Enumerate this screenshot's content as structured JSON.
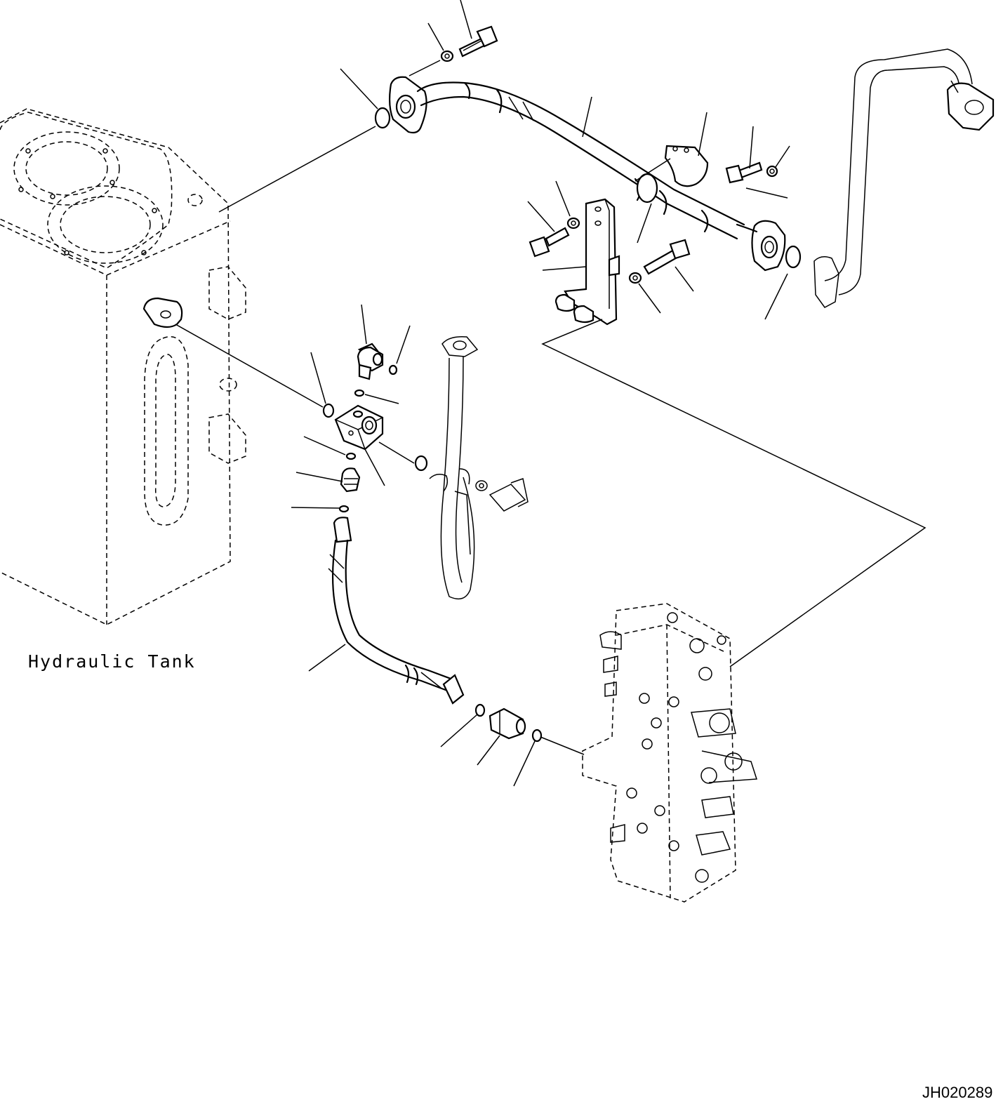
{
  "labels": {
    "hydraulic_tank": "Hydraulic Tank",
    "drawing_code": "JH020289"
  },
  "parts": [
    {
      "name": "hydraulic-tank"
    },
    {
      "name": "control-valve"
    },
    {
      "name": "tube-assembly"
    },
    {
      "name": "return-hose"
    },
    {
      "name": "pilot-hose"
    },
    {
      "name": "bracket"
    },
    {
      "name": "clamp"
    },
    {
      "name": "split-flange"
    },
    {
      "name": "elbow-fitting"
    },
    {
      "name": "straight-fitting"
    },
    {
      "name": "check-valve"
    },
    {
      "name": "bolt"
    },
    {
      "name": "washer"
    },
    {
      "name": "o-ring"
    }
  ]
}
